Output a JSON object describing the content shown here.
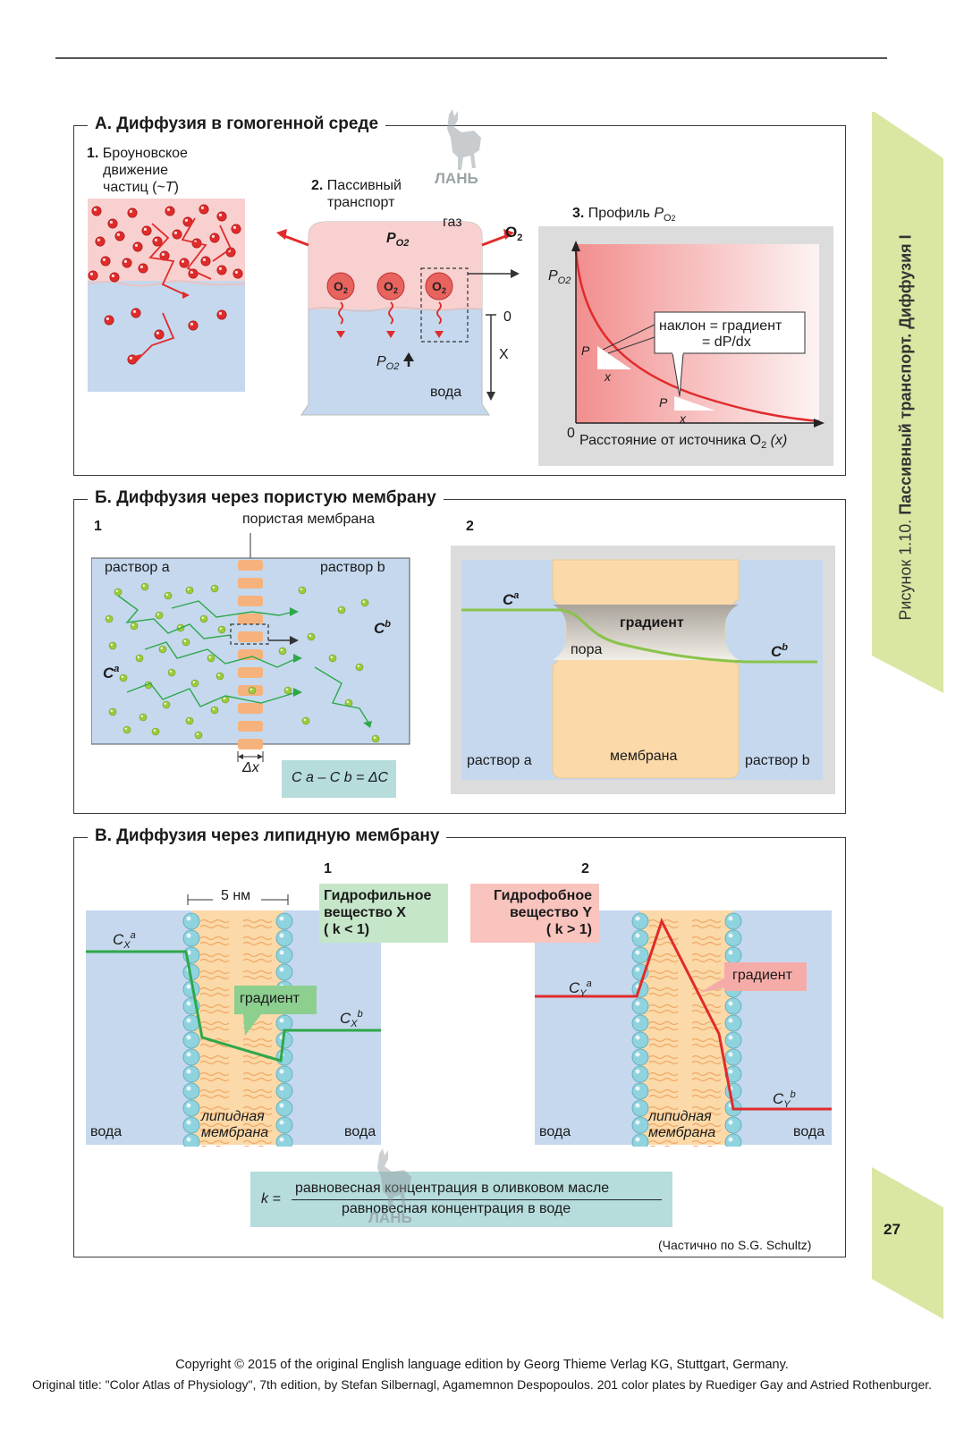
{
  "watermark": {
    "brand": "ЛАНЬ"
  },
  "side_tab": {
    "figure_label": "Рисунок 1.10.",
    "figure_title": "Пассивный транспорт. Диффузия I",
    "page_number": "27"
  },
  "panel_a": {
    "title": "А. Диффузия в гомогенной среде",
    "sub1": {
      "num": "1.",
      "line1": "Броуновское",
      "line2": "движение",
      "line3": "частиц (~",
      "var": "T",
      "close": ")"
    },
    "sub2": {
      "num": "2.",
      "line1": "Пассивный",
      "line2": "транспорт",
      "gas": "газ",
      "water": "вода",
      "o2": "O",
      "o2_sub": "2",
      "p": "P",
      "p_sub": "O",
      "p_sub2": "2",
      "axis_zero": "0",
      "axis_x": "X"
    },
    "sub3": {
      "num": "3.",
      "label": "Профиль ",
      "p": "P",
      "p_sub": "O",
      "p_sub2": "2",
      "ylabel_p": "P",
      "ylabel_sub": "O2",
      "origin": "0",
      "xlabel": "Расстояние от источника O",
      "xlabel_sub": "2",
      "xlabel_var": "(x)",
      "slope_line1": "наклон = градиент",
      "slope_line2": "= dP/dx",
      "tri_p": "P",
      "tri_x": "x"
    }
  },
  "panel_b": {
    "title": "Б. Диффузия через пористую мембрану",
    "sub1": {
      "num": "1",
      "membrane": "пористая мембрана",
      "sol_a": "раствор a",
      "sol_b": "раствор b",
      "ca": "C",
      "ca_sup": "a",
      "cb": "C",
      "cb_sup": "b",
      "dx": "Δx",
      "formula": "C a – C b = ΔC"
    },
    "sub2": {
      "num": "2",
      "ca": "C",
      "ca_sup": "a",
      "cb": "C",
      "cb_sup": "b",
      "gradient": "градиент",
      "pore": "пора",
      "membrane": "мембрана",
      "sol_a": "раствор a",
      "sol_b": "раствор b"
    }
  },
  "panel_c": {
    "title": "В. Диффузия через липидную мембрану",
    "sub1": {
      "num": "1",
      "width": "5 нм",
      "box_line1": "Гидрофильное",
      "box_line2": "вещество X",
      "box_line3": "( k < 1)",
      "cxa": "C",
      "cxa_sub": "X",
      "cxa_sup": "a",
      "cxb": "C",
      "cxb_sub": "X",
      "cxb_sup": "b",
      "gradient": "градиент",
      "water_l": "вода",
      "water_r": "вода",
      "lipid1": "липидная",
      "lipid2": "мембрана"
    },
    "sub2": {
      "num": "2",
      "box_line1": "Гидрофобное",
      "box_line2": "вещество Y",
      "box_line3": "( k > 1)",
      "cya": "C",
      "cya_sub": "Y",
      "cya_sup": "a",
      "cyb": "C",
      "cyb_sub": "Y",
      "cyb_sup": "b",
      "gradient": "градиент",
      "water_l": "вода",
      "water_r": "вода",
      "lipid1": "липидная",
      "lipid2": "мембрана"
    },
    "formula": {
      "k": "k =",
      "numerator": "равновесная концентрация в оливковом масле",
      "denominator": "равновесная концентрация в воде"
    },
    "credit": "(Частично по S.G. Schultz)"
  },
  "footer": {
    "line1": "Copyright © 2015 of the original English language edition by Georg Thieme Verlag KG, Stuttgart, Germany.",
    "line2": "Original title: \"Color Atlas of Physiology\", 7th edition, by Stefan Silbernagl, Agamemnon Despopoulos. 201 color plates by Ruediger Gay and Astried Rothenburger."
  },
  "colors": {
    "water": "#c5d8ee",
    "gas": "#f9d0d0",
    "membrane": "#fbd9a8",
    "green": "#2ea84a",
    "red": "#e02b2b",
    "tab": "#d9e7a3"
  }
}
